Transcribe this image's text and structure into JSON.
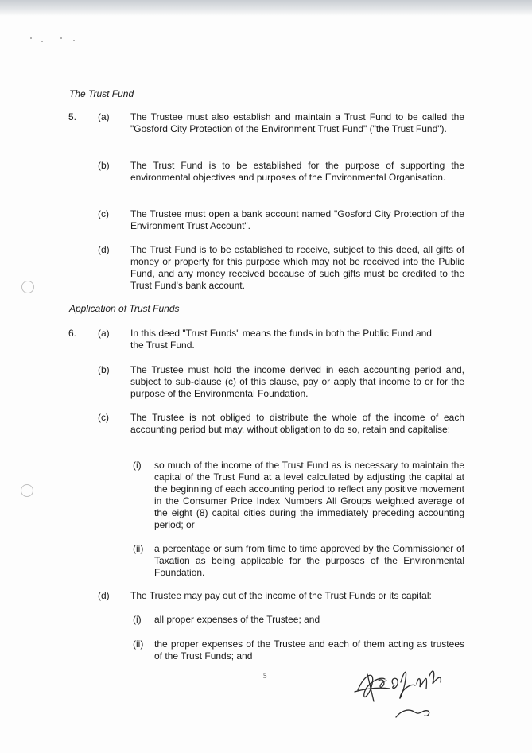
{
  "sections": {
    "trust_fund": {
      "title": "The Trust Fund",
      "number": "5.",
      "items": [
        {
          "label": "(a)",
          "text": "The Trustee must also establish and maintain a Trust Fund to be called the \"Gosford City Protection of the Environment Trust Fund\" (\"the Trust Fund\")."
        },
        {
          "label": "(b)",
          "text": "The Trust Fund is to be established for the purpose of supporting the environmental objectives and purposes of the Environmental Organisation."
        },
        {
          "label": "(c)",
          "text": "The Trustee must open a bank account named \"Gosford City Protection of the Environment Trust Account\"."
        },
        {
          "label": "(d)",
          "text": "The Trust Fund is to be established to receive, subject to this deed, all gifts of money or property for this purpose which may not be received into the Public Fund, and any money received because of such gifts must be credited to the Trust Fund's bank account."
        }
      ]
    },
    "application": {
      "title": "Application of Trust Funds",
      "number": "6.",
      "items": [
        {
          "label": "(a)",
          "text": "In this deed \"Trust Funds\" means the funds in both the Public Fund and the Trust Fund."
        },
        {
          "label": "(b)",
          "text": "The Trustee must hold the income derived in each accounting period and, subject to sub-clause (c) of this clause, pay or apply that income to or for the purpose of the Environmental Foundation."
        },
        {
          "label": "(c)",
          "text": "The Trustee is not obliged to distribute the whole of the income of each accounting period but may, without obligation to do so, retain and capitalise:",
          "sub": [
            {
              "label": "(i)",
              "text": "so much of the income of the Trust Fund as is necessary to maintain the capital of the Trust Fund at a level calculated by adjusting the capital at the beginning of each accounting period to reflect any positive movement in the Consumer Price Index Numbers All Groups weighted average of the eight (8) capital cities during the immediately preceding accounting period; or"
            },
            {
              "label": "(ii)",
              "text": "a percentage or sum from time to time approved by the Commissioner of Taxation as being applicable for the purposes of the Environmental Foundation."
            }
          ]
        },
        {
          "label": "(d)",
          "text": "The Trustee may pay out of the income of the Trust Funds or its capital:",
          "sub": [
            {
              "label": "(i)",
              "text": "all proper expenses of the Trustee; and"
            },
            {
              "label": "(ii)",
              "text": "the proper expenses of the Trustee and each of them acting as trustees of the Trust Funds; and"
            }
          ]
        }
      ]
    }
  },
  "page_number": "5"
}
